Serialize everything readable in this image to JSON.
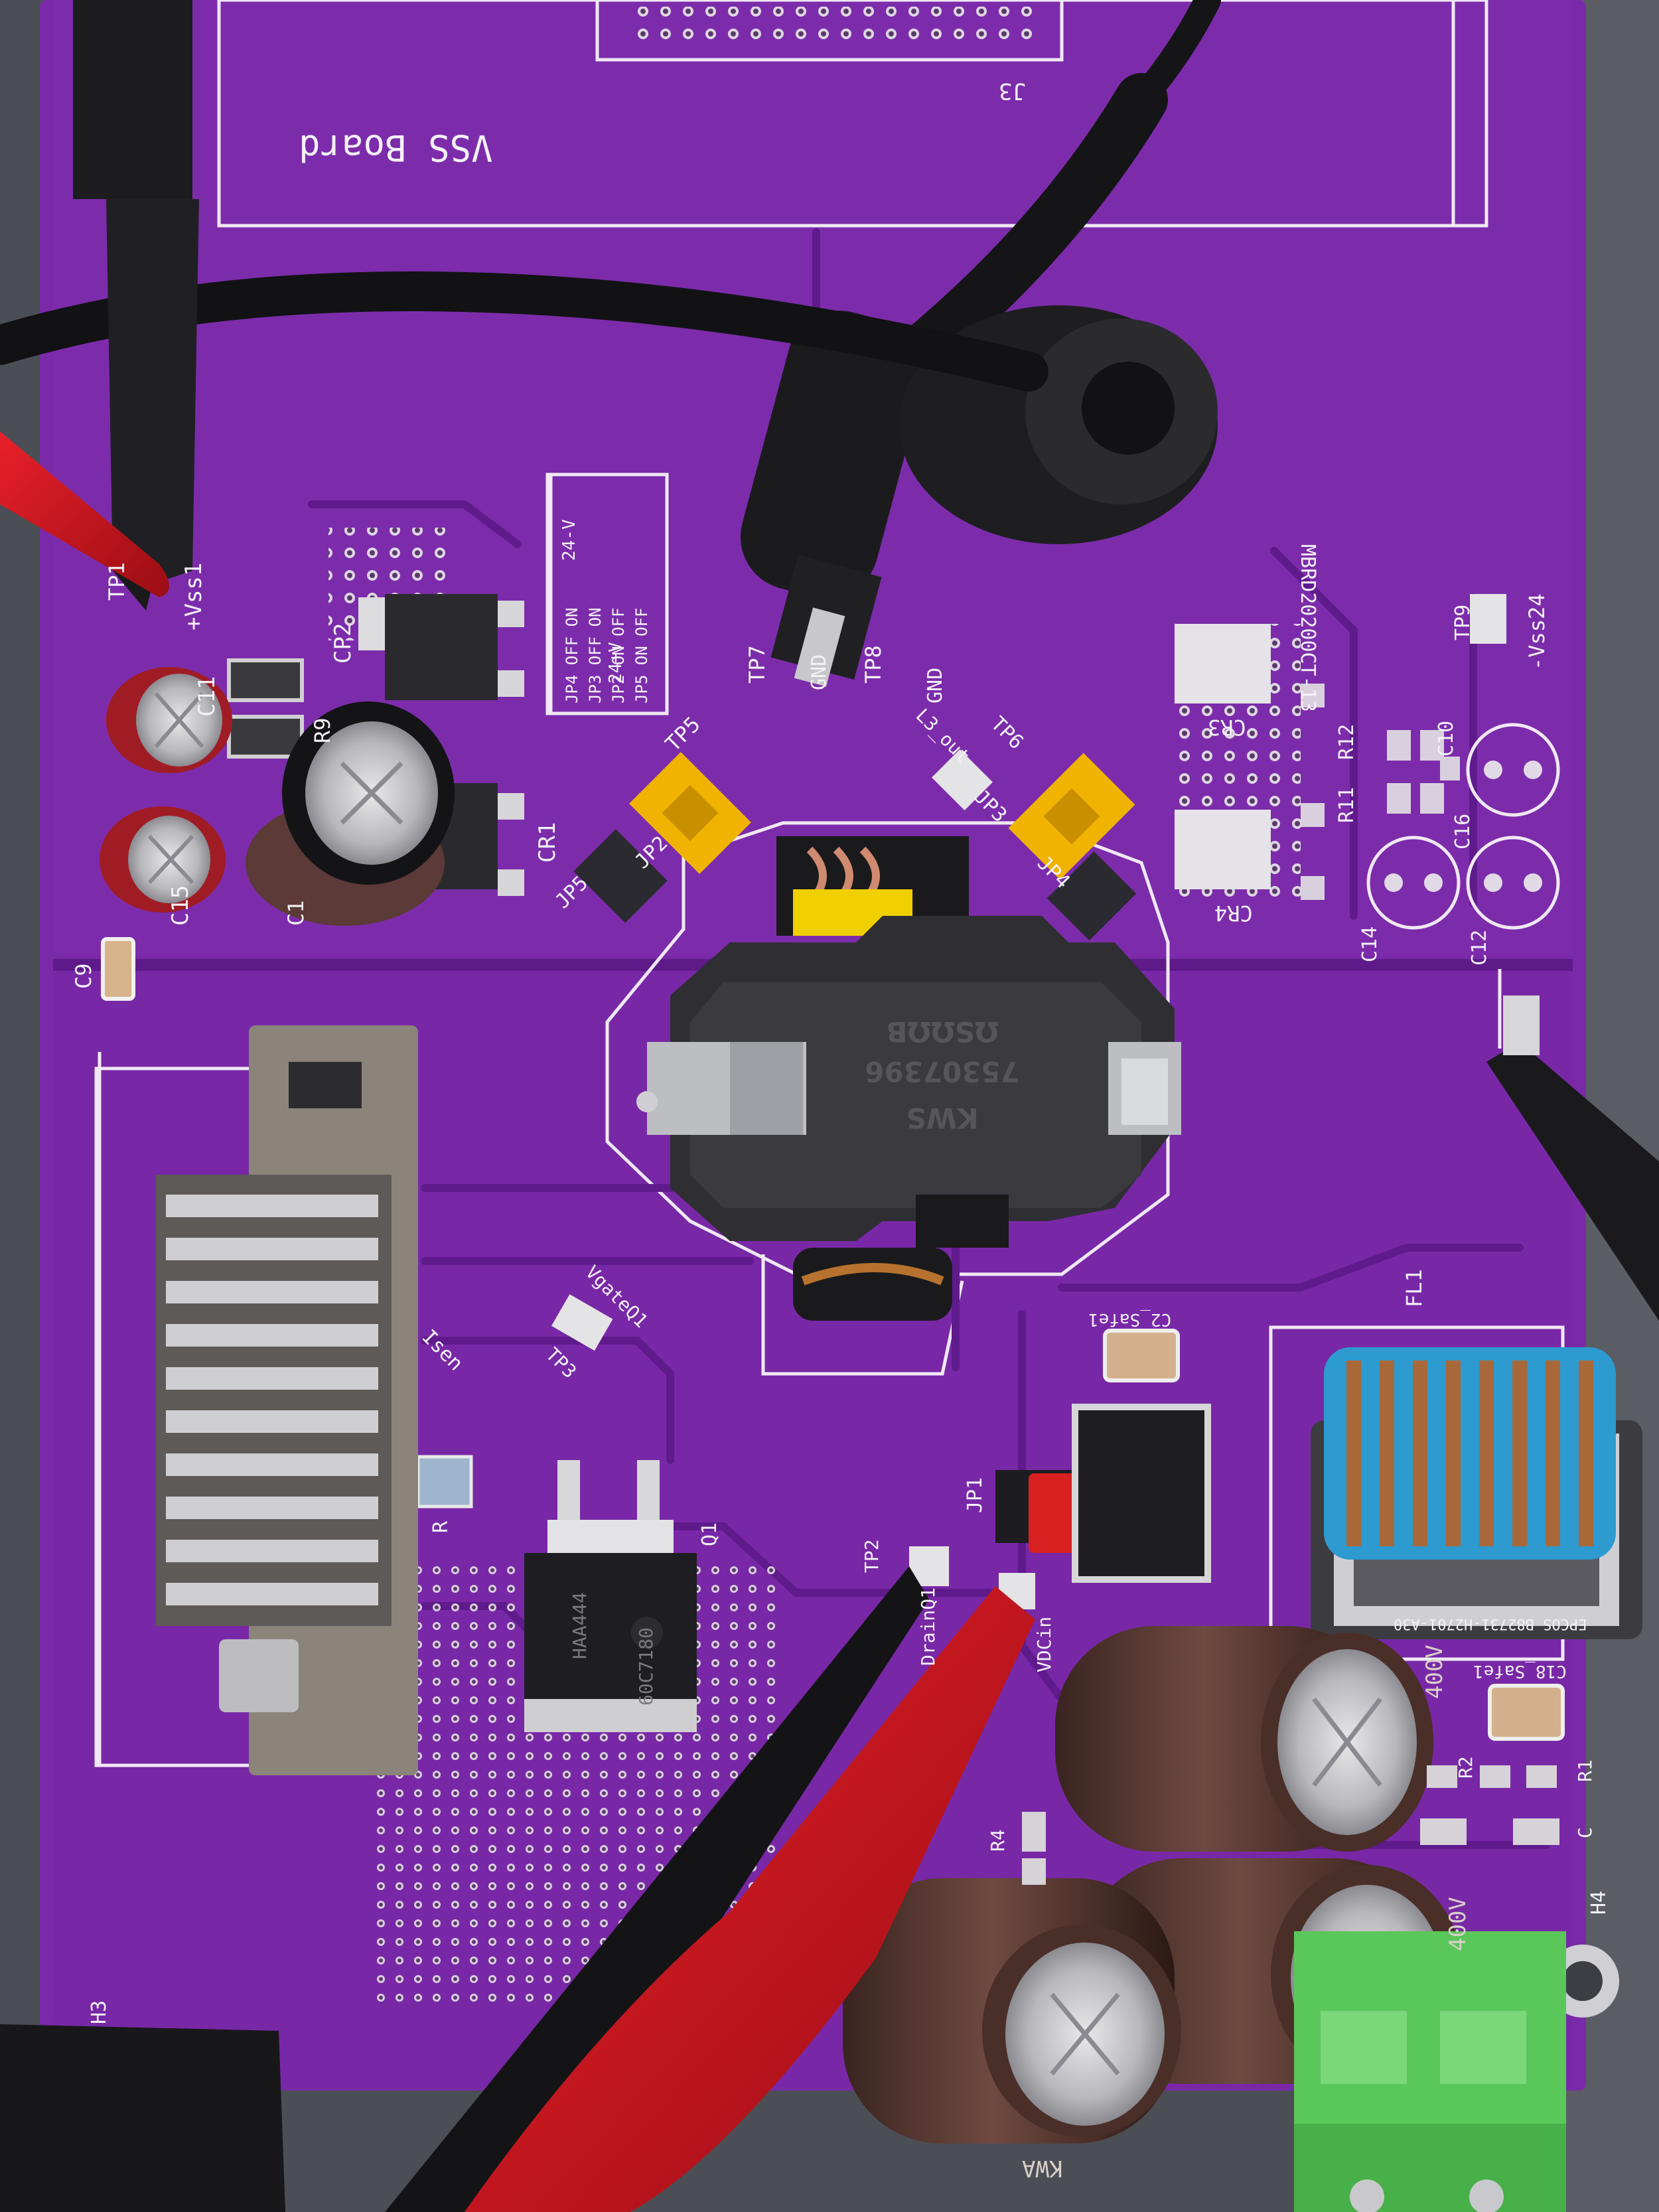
{
  "scene": {
    "description_free": true,
    "board_color": "#7a2aa8",
    "trace_color": "#6c1c9b",
    "silk_color": "#f4f1f7",
    "background_color": "#4b4e55"
  },
  "silkscreen": {
    "title": "VSS Board",
    "j3": "J3",
    "vss1": "+Vss1",
    "tp1": "TP1",
    "c11": "C11",
    "r9": "R9",
    "cp2": "CP2",
    "c15": "C15",
    "c1": "C1",
    "cr1": "CR1",
    "c9": "C9",
    "table_header_a": "24+V",
    "table_header_b": "24-V",
    "table_rows": [
      "JP5  ON    OFF",
      "JP2  ON    OFF",
      "JP3  OFF   ON",
      "JP4  OFF   ON"
    ],
    "tp7": "TP7",
    "gnd_a": "GND",
    "tp8": "TP8",
    "gnd_b": "GND",
    "tp5": "TP5",
    "jp2": "JP2",
    "jp5": "JP5",
    "l3_out": "L3_out",
    "tp6": "TP6",
    "jp3": "JP3",
    "jp4": "JP4",
    "mbrd": "MBRD20200CT-13",
    "cr3": "CR3",
    "cr4": "CR4",
    "tp9": "TP9",
    "vss24": "-Vss24",
    "r12": "R12",
    "c10": "C10",
    "r11": "R11",
    "c16": "C16",
    "c14": "C14",
    "c12": "C12",
    "vgate": "VgateQ1",
    "tp3": "TP3",
    "isen": "Isen",
    "r_lbl": "R",
    "q1": "Q1",
    "q1_part": "60C7180",
    "q1_code": "HAA444",
    "tp2": "TP2",
    "drain": "DrainQ1",
    "vdcin": "VDCin",
    "jp1": "JP1",
    "c2_safe": "C2_Safe1",
    "fl1": "FL1",
    "epcos": "EPCOS B82731-H2701-A30",
    "c18_safe": "C18_Safe1",
    "r2": "R2",
    "r1": "R1",
    "c_lbl": "C",
    "r4": "R4",
    "h3": "H3",
    "h4": "H4",
    "cap_rating_a": "400V",
    "cap_rating_b": "KWA",
    "cap_rating_c": "400V",
    "transformer_text_a": "ΩSΩΩB",
    "transformer_text_b": "75307396",
    "transformer_text_c": "KWS"
  }
}
